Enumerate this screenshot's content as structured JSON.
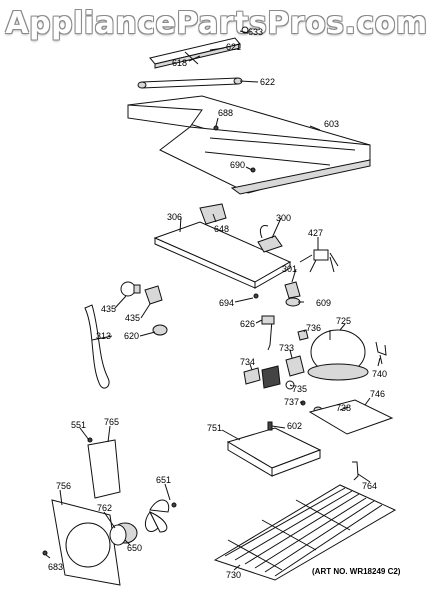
{
  "watermark": "AppliancePartsPros.com",
  "art_number": "(ART NO. WR18249 C2)",
  "parts": [
    "633",
    "621",
    "618",
    "622",
    "688",
    "603",
    "690",
    "306",
    "648",
    "300",
    "427",
    "301",
    "694",
    "609",
    "435",
    "435",
    "313",
    "620",
    "626",
    "725",
    "736",
    "733",
    "740",
    "734",
    "735",
    "737",
    "738",
    "746",
    "551",
    "765",
    "751",
    "602",
    "764",
    "756",
    "762",
    "651",
    "650",
    "683",
    "730"
  ]
}
